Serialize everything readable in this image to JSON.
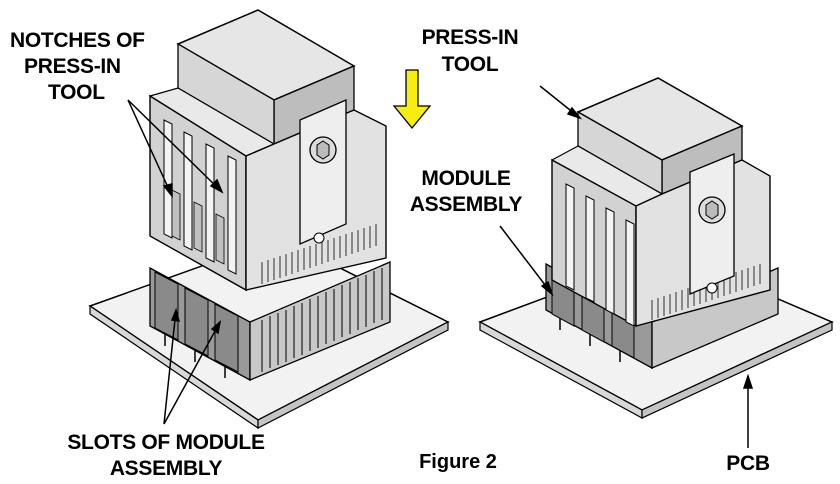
{
  "figure": {
    "caption": "Figure 2"
  },
  "labels": {
    "notches": [
      "NOTCHES OF",
      "PRESS-IN",
      "TOOL"
    ],
    "press_in_tool": [
      "PRESS-IN",
      "TOOL"
    ],
    "module_assembly": [
      "MODULE",
      "ASSEMBLY"
    ],
    "slots": [
      "SLOTS OF MODULE",
      "ASSEMBLY"
    ],
    "pcb": "PCB"
  },
  "colors": {
    "arrow_fill": "#f5ee10",
    "tool_light": "#e2e2e2",
    "tool_mid": "#cfcfcf",
    "tool_dark": "#b5b5b5",
    "housing": "#9a9a9a",
    "pcb": "#f2f2f2"
  }
}
